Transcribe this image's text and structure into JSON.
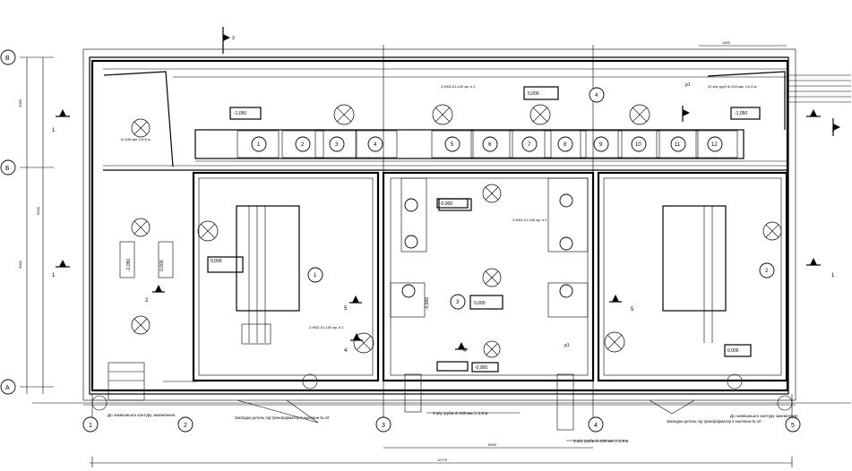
{
  "axes_rows": [
    "В",
    "Б",
    "А"
  ],
  "axes_cols": [
    "1",
    "2",
    "3",
    "4",
    "5"
  ],
  "cells": [
    "1",
    "2",
    "3",
    "4",
    "5",
    "6",
    "7",
    "8",
    "9",
    "10",
    "11",
    "12"
  ],
  "rooms": [
    "1",
    "2",
    "3",
    "4"
  ],
  "levels": {
    "upper": "0,000",
    "left_room": "0,000",
    "center": "0,000",
    "right_room": "0,000",
    "neg_top_left": "-1,050",
    "neg_top_right": "-1,050",
    "neg_mid": "-0,900",
    "neg_bottom": "-0,900",
    "neg_left_v": "-1,050",
    "left_v": "0,000",
    "neg_upper": "-0,900"
  },
  "sections": {
    "s1": "1",
    "s2": "2",
    "s3": "3",
    "s4": "4",
    "s5": "5"
  },
  "notes": {
    "left_ground": "До зовнішнього контуру заземлення",
    "right_ground": "До зовнішнього контуру заземлення",
    "embed_left": "Закладна деталь під трансформатор 2 ешелони № 10",
    "embed_right": "Закладна деталь під трансформатор 2 ешелони № 10",
    "pipe_bottom": "3 а/ц труби d=100 мм, l=1,5 м",
    "pipe_bottom2": "3 а/ц труби d=100 мм, l=1,5 м",
    "pipe_top_right": "20 а/ц труб d=100 мм, l=0,5 м",
    "pipe_left": "d=100 мм, l=0,5 м",
    "ref_top": "2-НБЗ-01-100 ар. п.1",
    "ref_mid": "2-НБЗ-01-100 ар. п.2",
    "ref_left": "2-НБЗ-01-100 ар. п.2",
    "p1": "р1",
    "p1b": "р1"
  },
  "dims": {
    "overall": "12770",
    "d1": "1400",
    "d2": "2000",
    "d3": "3000",
    "d4": "6000"
  }
}
